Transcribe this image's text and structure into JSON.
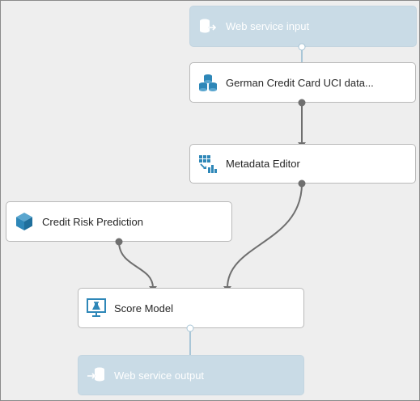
{
  "canvas": {
    "modules": [
      {
        "id": "web-service-input",
        "label": "Web service input",
        "icon": "web-service-input-icon",
        "kind": "webservice"
      },
      {
        "id": "german-credit-card",
        "label": "German Credit Card UCI data...",
        "icon": "dataset-icon",
        "kind": "module"
      },
      {
        "id": "metadata-editor",
        "label": "Metadata Editor",
        "icon": "metadata-editor-icon",
        "kind": "module"
      },
      {
        "id": "credit-risk-prediction",
        "label": "Credit Risk Prediction",
        "icon": "trained-model-icon",
        "kind": "module"
      },
      {
        "id": "score-model",
        "label": "Score Model",
        "icon": "score-model-icon",
        "kind": "module"
      },
      {
        "id": "web-service-output",
        "label": "Web service output",
        "icon": "web-service-output-icon",
        "kind": "webservice"
      }
    ]
  },
  "colors": {
    "module_bg": "#ffffff",
    "webservice_bg": "#c9dbe6",
    "icon_blue": "#2e87b8",
    "connector": "#6f6f6f",
    "webservice_connector": "#a9c6d7"
  }
}
